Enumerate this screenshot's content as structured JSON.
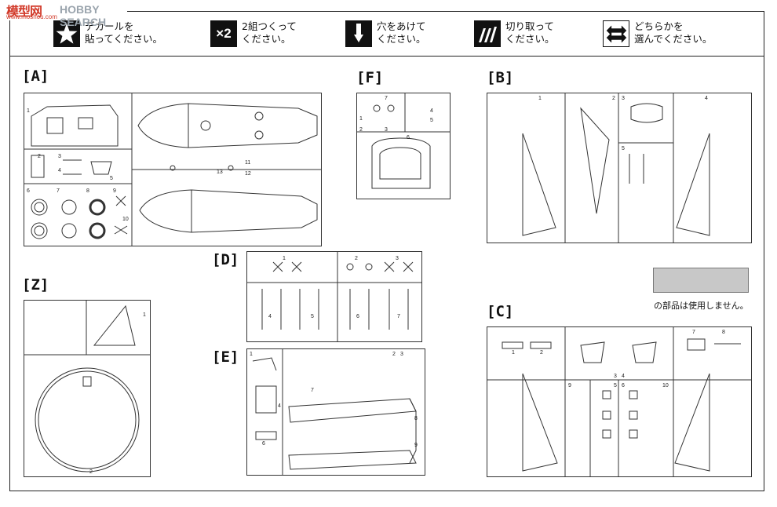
{
  "watermark": {
    "text1": "模型网",
    "text2": "HOBBY SEARCH",
    "text3": "www.moshou.com"
  },
  "legend": [
    {
      "icon": "star-icon",
      "text": "デカールを\n貼ってください。"
    },
    {
      "icon": "x2-icon",
      "glyph": "×2",
      "text": "2組つくって\nください。"
    },
    {
      "icon": "drill-icon",
      "text": "穴をあけて\nください。"
    },
    {
      "icon": "cut-icon",
      "text": "切り取って\nください。"
    },
    {
      "icon": "choose-icon",
      "text": "どちらかを\n選んでください。"
    }
  ],
  "sprues": {
    "A": {
      "label": "[A]",
      "parts": [
        "1",
        "2",
        "3",
        "4",
        "5",
        "6",
        "7",
        "8",
        "9",
        "10",
        "11",
        "12",
        "13"
      ]
    },
    "F": {
      "label": "[F]",
      "parts": [
        "1",
        "2",
        "3",
        "4",
        "5",
        "6",
        "7"
      ]
    },
    "B": {
      "label": "[B]",
      "parts": [
        "1",
        "2",
        "3",
        "4",
        "5"
      ]
    },
    "Z": {
      "label": "[Z]",
      "parts": [
        "1",
        "2"
      ]
    },
    "D": {
      "label": "[D]",
      "parts": [
        "1",
        "2",
        "3",
        "4",
        "5",
        "6",
        "7"
      ]
    },
    "E": {
      "label": "[E]",
      "parts": [
        "1",
        "2",
        "3",
        "4",
        "6",
        "7",
        "8",
        "9"
      ]
    },
    "C": {
      "label": "[C]",
      "parts": [
        "1",
        "2",
        "3",
        "4",
        "5",
        "6",
        "7",
        "8",
        "9",
        "10"
      ]
    }
  },
  "note": {
    "text": "の部品は使用しません。",
    "swatch_color": "#c8c8c8"
  },
  "colors": {
    "line": "#333333",
    "ink": "#111111",
    "unused": "#c8c8c8"
  }
}
